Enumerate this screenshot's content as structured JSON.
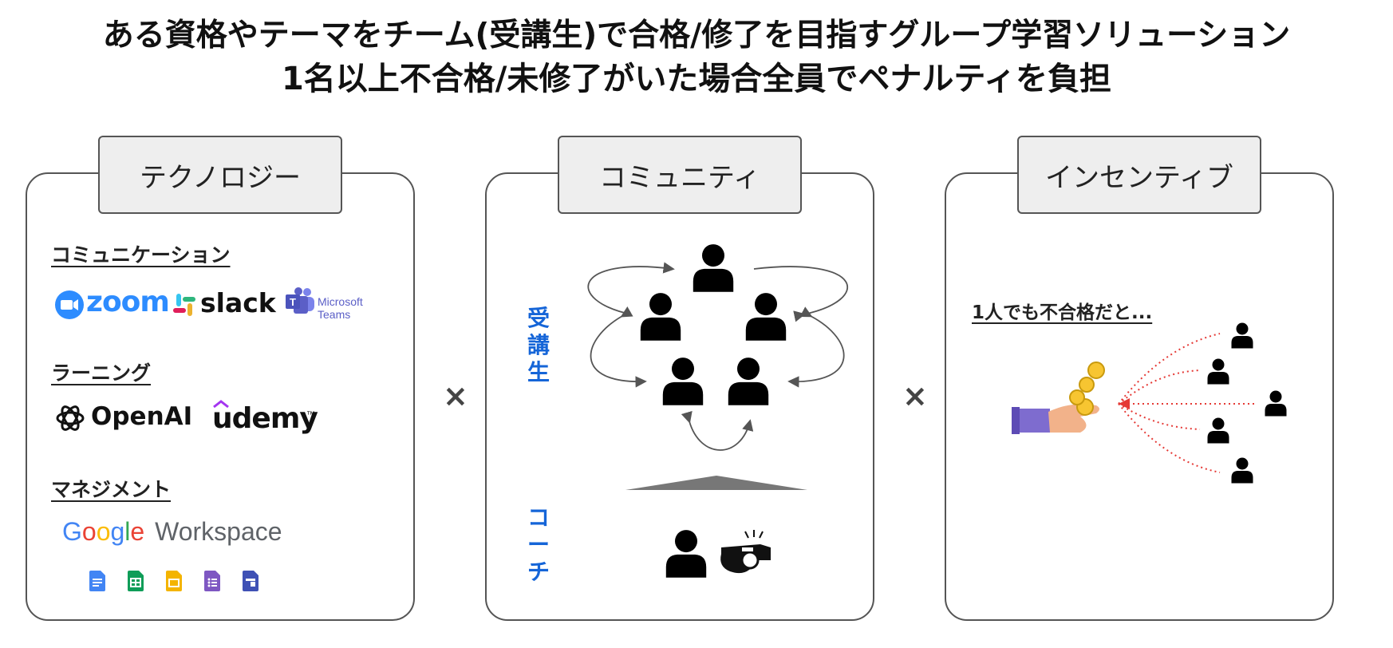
{
  "title": {
    "line1": "ある資格やテーマをチーム(受講生)で合格/修了を目指すグループ学習ソリューション",
    "line2": "1名以上不合格/未修了がいた場合全員でペナルティを負担"
  },
  "panels": {
    "technology": {
      "tab": "テクノロジー",
      "sections": {
        "communication": "コミュニケーション",
        "learning": "ラーニング",
        "management": "マネジメント"
      },
      "logos": {
        "zoom": "zoom",
        "slack": "slack",
        "teams": "Microsoft Teams",
        "openai": "OpenAI",
        "udemy": "udemy",
        "udemy_tm": "™",
        "google": [
          "G",
          "o",
          "o",
          "g",
          "l",
          "e"
        ],
        "workspace": "Workspace"
      }
    },
    "community": {
      "tab": "コミュニティ",
      "students_label": "受講生",
      "coach_label": "コーチ"
    },
    "incentive": {
      "tab": "インセンティブ",
      "caption": "1人でも不合格だと..."
    }
  },
  "operators": [
    "×",
    "×"
  ],
  "colors": {
    "border": "#555555",
    "tab_bg": "#eeeeee",
    "accent_blue": "#1565d8",
    "penalty_red": "#e53935",
    "zoom_blue": "#2d8cff",
    "teams_purple": "#5b5fc7",
    "google": [
      "#4285f4",
      "#ea4335",
      "#fbbc05",
      "#4285f4",
      "#34a853",
      "#ea4335"
    ],
    "workspace_icons": [
      "#4285f4",
      "#0f9d58",
      "#f4b400",
      "#7e57c2",
      "#3f51b5"
    ]
  }
}
